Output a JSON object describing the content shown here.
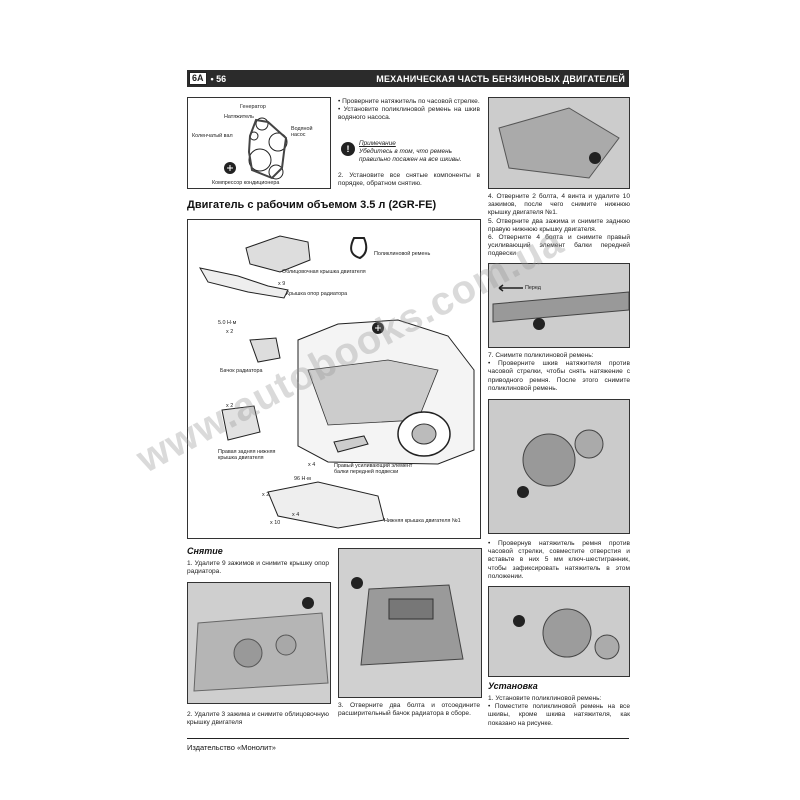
{
  "header": {
    "badge": "6A",
    "page_number": "• 56",
    "title": "МЕХАНИЧЕСКАЯ ЧАСТЬ БЕНЗИНОВЫХ ДВИГАТЕЛЕЙ"
  },
  "top_diagram": {
    "labels": {
      "generator": "Генератор",
      "tensioner": "Натяжитель",
      "crankshaft": "Коленчатый вал",
      "water_pump": "Водяной насос",
      "ac_compressor": "Компрессор кондиционера"
    }
  },
  "top_middle": {
    "bullet1": "• Проверните натяжитель по часовой стрелке.",
    "bullet2": "• Установите поликлиновой ремень на шкив водяного насоса.",
    "note_title": "Примечание",
    "note_text": "Убедитесь в том, что ремень правильно посажен на все шкивы.",
    "step2": "2. Установите все снятые компоненты в порядке, обратном снятию."
  },
  "right_col": {
    "step4": "4. Отверните 2 болта, 4 винта и удалите 10 зажимов, после чего снимите нижнюю крышку двигателя №1.",
    "step5": "5. Отверните два зажима и снимите заднюю правую нижнюю крышку двигателя.",
    "step6": "6. Отверните 4 болта и снимите правый усиливающий элемент балки передней подвески",
    "front_label": "Перед",
    "step7": "7. Снимите поликлиновой ремень:",
    "step7_bullet": "• Проверните шкив натяжителя против часовой стрелки, чтобы снять натяжение с приводного ремня. После этого снимите поликлиновой ремень.",
    "step7_bullet2": "• Провернув натяжитель ремня против часовой стрелки, совместите отверстия и вставьте в них 5 мм ключ-шестигранник, чтобы зафиксировать натяжитель в этом положении.",
    "install_title": "Установка",
    "install_step1": "1. Установите поликлиновой ремень:",
    "install_bullet": "• Поместите поликлиновой ремень на все шкивы, кроме шкива натяжителя, как показано на рисунке."
  },
  "section": {
    "title": "Двигатель с рабочим объемом 3.5 л (2GR-FE)"
  },
  "main_diagram": {
    "labels": {
      "belt": "Поликлиновой ремень",
      "engine_cover": "Облицовочная крышка двигателя",
      "x9": "x 9",
      "radiator_support_cover": "Крышка опор радиатора",
      "torque_5": "5.0 Н·м",
      "x2a": "x 2",
      "radiator_tank": "Бачок радиатора",
      "x2b": "x 2",
      "rear_right_cover": "Правая задняя нижняя крышка двигателя",
      "x4a": "x 4",
      "torque_96": "96 Н·м",
      "right_reinforcement": "Правый усиливающий элемент балки передней подвески",
      "x2c": "x 2",
      "x4b": "x 4",
      "x10": "x 10",
      "lower_cover": "Нижняя крышка двигателя №1"
    }
  },
  "removal": {
    "title": "Снятие",
    "step1": "1. Удалите 9 зажимов и снимите крышку опор радиатора.",
    "step2": "2. Удалите 3 зажима и снимите облицовочную крышку двигателя",
    "step3": "3. Отверните два болта и отсоедините расширительный бачок радиатора в сборе."
  },
  "watermark": "www.autobooks.com.ua",
  "footer": "Издательство «Монолит»"
}
